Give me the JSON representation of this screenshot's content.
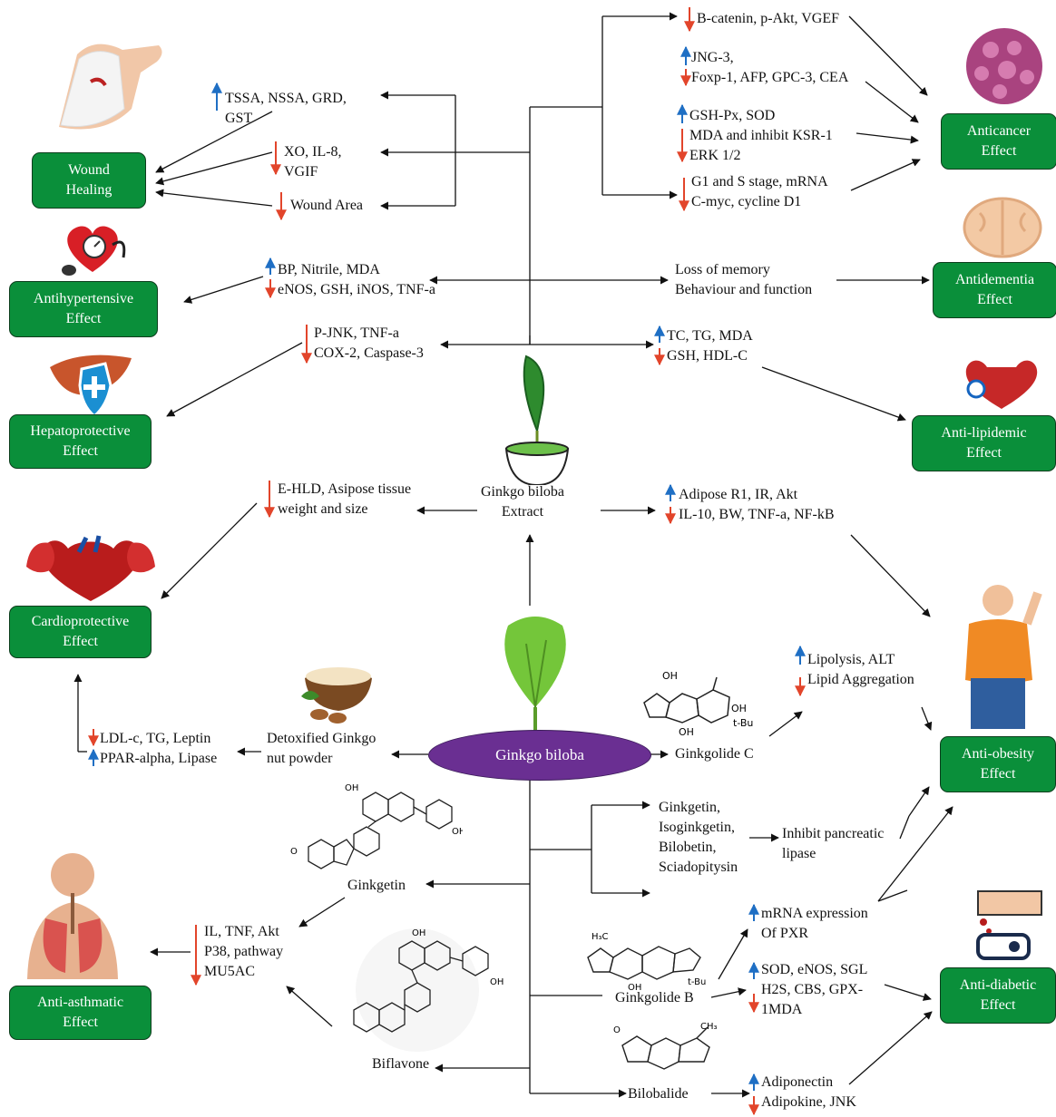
{
  "effects": {
    "wound": "Wound\nHealing",
    "antihyp": "Antihypertensive\nEffect",
    "hepato": "Hepatoprotective\nEffect",
    "cardio": "Cardioprotective\nEffect",
    "asthma": "Anti-asthmatic\nEffect",
    "cancer": "Anticancer\nEffect",
    "dementia": "Antidementia\nEffect",
    "lipid": "Anti-lipidemic\nEffect",
    "obesity": "Anti-obesity\nEffect",
    "diabetic": "Anti-diabetic\nEffect"
  },
  "center": {
    "hub": "Ginkgo biloba",
    "extract": "Ginkgo biloba\nExtract",
    "nut": "Detoxified Ginkgo\nnut powder",
    "ginkgolide_c": "Ginkgolide C",
    "ginkgolide_b": "Ginkgolide B",
    "bilobalide": "Bilobalide",
    "ginkgetin": "Ginkgetin",
    "biflavone": "Biflavone"
  },
  "markers": {
    "tssa": "TSSA, NSSA, GRD,\nGST",
    "xo": "XO, IL-8,\nVGIF",
    "wound_area": "Wound Area",
    "bp": "BP, Nitrile, MDA\neNOS, GSH, iNOS, TNF-a",
    "pjnk": "P-JNK, TNF-a\nCOX-2, Caspase-3",
    "ehld": "E-HLD, Asipose tissue\nweight and size",
    "ldl": "LDL-c, TG, Leptin\nPPAR-alpha, Lipase",
    "il": "IL, TNF, Akt\nP38, pathway\nMU5AC",
    "bcat": "B-catenin, p-Akt, VGEF",
    "jng": "JNG-3,\nFoxp-1, AFP, GPC-3, CEA",
    "gsh": "GSH-Px, SOD\nMDA and inhibit KSR-1\nERK 1/2",
    "g1": "G1 and S stage, mRNA\nC-myc, cycline D1",
    "memory": "Loss of memory\nBehaviour and function",
    "tc": "TC, TG, MDA\nGSH, HDL-C",
    "adipose": "Adipose R1, IR, Akt\nIL-10, BW, TNF-a, NF-kB",
    "lipolysis": "Lipolysis, ALT\nLipid Aggregation",
    "ginkgetin_list": "Ginkgetin,\nIsoginkgetin,\nBilobetin,\nSciadopitysin",
    "pancreatic": "Inhibit pancreatic\nlipase",
    "pxr": "mRNA expression\nOf PXR",
    "sod": "SOD, eNOS, SGL\nH2S, CBS, GPX-\n1MDA",
    "adiponectin": "Adiponectin\nAdipokine, JNK"
  },
  "colors": {
    "box": "#0a8f3a",
    "hub": "#6a2f92",
    "up": "#1f6fc4",
    "down": "#e2452b"
  }
}
